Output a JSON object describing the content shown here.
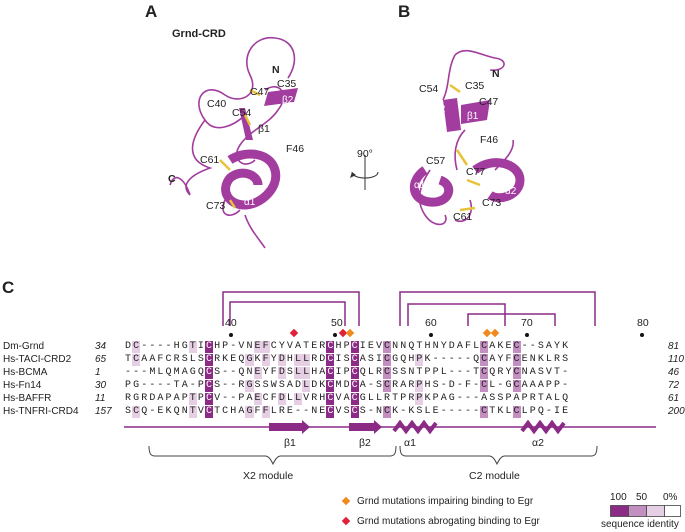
{
  "panels": {
    "a": "A",
    "b": "B",
    "c": "C"
  },
  "structure_a": {
    "title": "Grnd-CRD",
    "labels": [
      "N",
      "C35",
      "C47",
      "C40",
      "C54",
      "β2",
      "β1",
      "F46",
      "C61",
      "C",
      "C73",
      "α1"
    ]
  },
  "structure_b": {
    "labels": [
      "N",
      "C54",
      "C35",
      "C47",
      "β2",
      "β1",
      "F46",
      "C57",
      "C77",
      "α1",
      "α2",
      "C61",
      "C73"
    ],
    "rotation": "90°"
  },
  "alignment": {
    "positions": [
      "40",
      "50",
      "60",
      "70",
      "80"
    ],
    "rows": [
      {
        "name": "Dm-Grnd",
        "start": "34",
        "seq": "DC----HGTICHP-VNEFCYVATERCHPCIEVCNNQTHNYDAFLCAKEC--SAYK",
        "end": "81"
      },
      {
        "name": "Hs-TACI-CRD2",
        "start": "65",
        "seq": "TCAAFCRSLSCRKEQGKFYDHLLRDCISCASICGQHPK-----QCAYFCENKLRS",
        "end": "110"
      },
      {
        "name": "Hs-BCMA",
        "start": "1",
        "seq": "---MLQMAGQCS--QNEYFDSLLHACIPCQLRCSSNTPPL---TCQRYCNASVT-",
        "end": "46"
      },
      {
        "name": "Hs-Fn14",
        "start": "30",
        "seq": "PG----TA-PCS--RGSSWSADLDKCMDCA-SCRARPHS-D-F-CL-GCAAAPP-",
        "end": "72"
      },
      {
        "name": "Hs-BAFFR",
        "start": "11",
        "seq": "RGRDAPAPTPCV--PAECFDLLVRHCVACGLLRTPRPKPAG---ASSPAPRTALQ",
        "end": "61"
      },
      {
        "name": "Hs-TNFRI-CRD4",
        "start": "157",
        "seq": "SCQ-EKQNTVCTCHAGFFLRE--NECVSCS-NCK-KSLE-----CTKLCLPQ-IE",
        "end": "200"
      }
    ],
    "secondary": [
      "β1",
      "β2",
      "α1",
      "α2"
    ],
    "modules": [
      "X2 module",
      "C2 module"
    ]
  },
  "legend": {
    "orange": "Grnd mutations impairing binding to Egr",
    "red": "Grnd mutations abrogating binding to Egr",
    "scale_labels": [
      "100",
      "50",
      "0%"
    ],
    "scale_title": "sequence identity"
  },
  "colors": {
    "ribbon": "#a23c9e",
    "disulfide": "#e8c23a",
    "orange": "#f08a1c",
    "red": "#e0203a",
    "id_high": "#8b2b86",
    "id_mid": "#c38fc0",
    "id_low": "#e6cfe4"
  }
}
